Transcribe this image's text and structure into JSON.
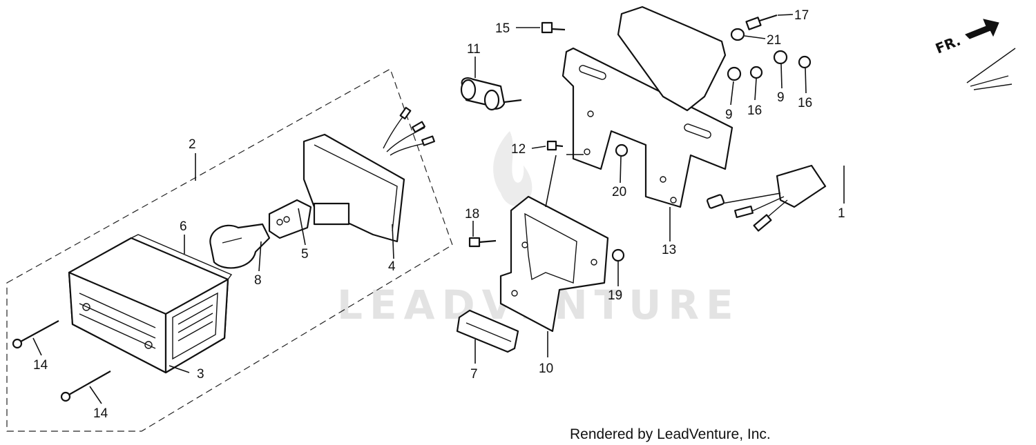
{
  "watermark": "LEADVENTURE",
  "credit": "Rendered by LeadVenture, Inc.",
  "direction_label": "FR.",
  "callouts": {
    "c1": "1",
    "c2": "2",
    "c3": "3",
    "c4": "4",
    "c5": "5",
    "c6": "6",
    "c7": "7",
    "c8": "8",
    "c9a": "9",
    "c9b": "9",
    "c10": "10",
    "c11": "11",
    "c12": "12",
    "c13": "13",
    "c14a": "14",
    "c14b": "14",
    "c15": "15",
    "c16a": "16",
    "c16b": "16",
    "c17": "17",
    "c18": "18",
    "c19": "19",
    "c20": "20",
    "c21": "21"
  },
  "icons": {
    "watermark_logo": "flame-logo-icon",
    "direction": "arrow-right-icon"
  }
}
